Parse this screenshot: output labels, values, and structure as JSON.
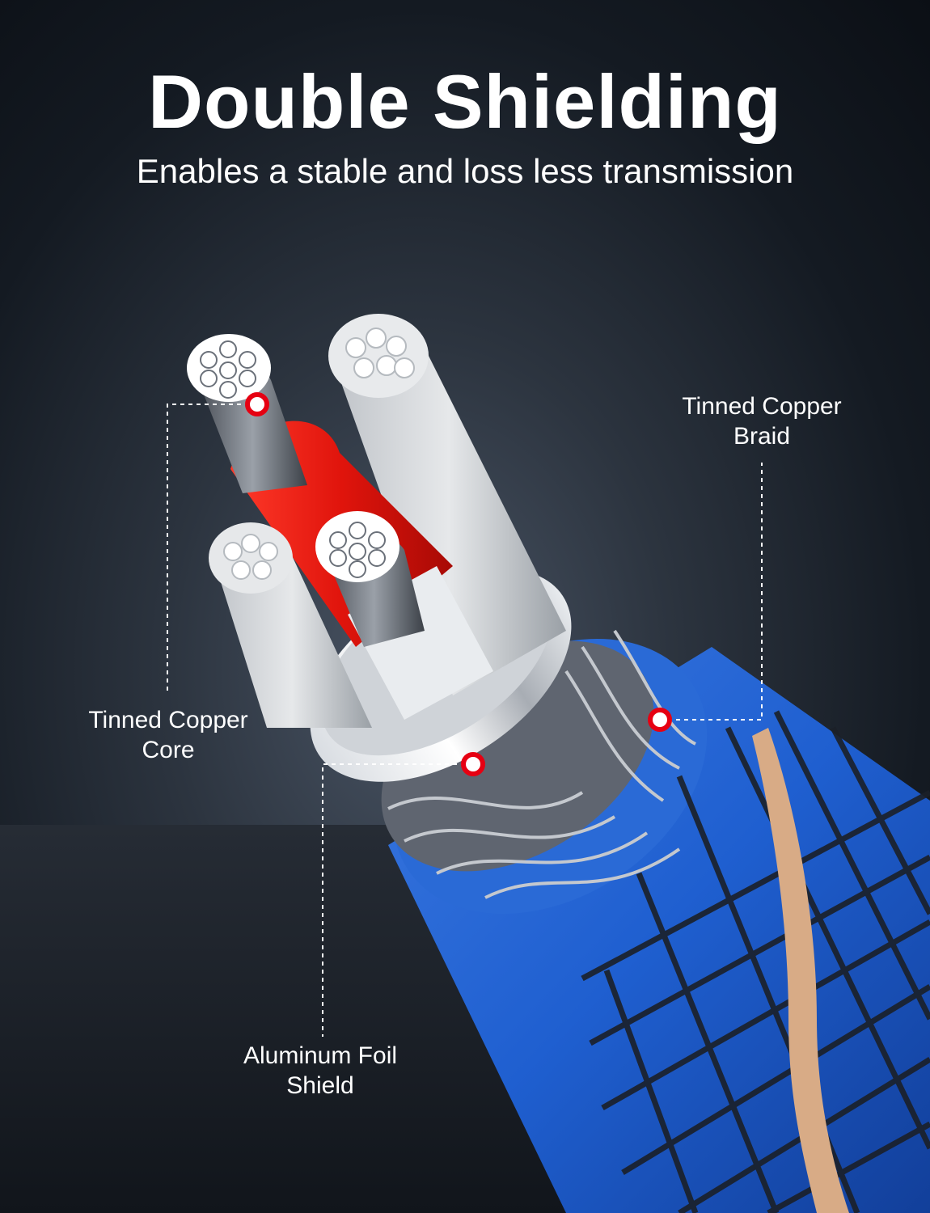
{
  "headline": "Double Shielding",
  "subheadline": "Enables a stable and loss less transmission",
  "callouts": {
    "copper_core": "Tinned Copper\nCore",
    "copper_braid": "Tinned Copper\nBraid",
    "aluminum_foil": "Aluminum Foil\nShield"
  },
  "colors": {
    "marker_accent": "#e60012",
    "jacket_blue": "#1f5fd0",
    "background": "#141a22"
  }
}
